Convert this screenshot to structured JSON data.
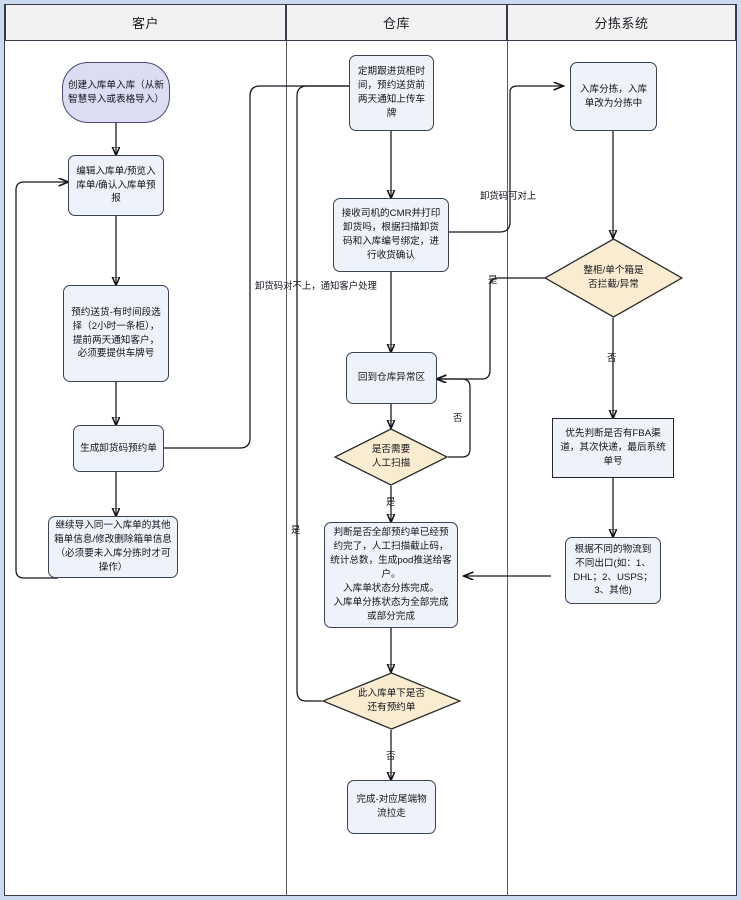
{
  "diagram": {
    "type": "swimlane-flowchart",
    "lanes": [
      {
        "id": "customer",
        "title": "客户"
      },
      {
        "id": "warehouse",
        "title": "仓库"
      },
      {
        "id": "sorting",
        "title": "分拣系统"
      }
    ],
    "nodes": {
      "create_order": "创建入库单入库（从新智慧导入或表格导入）",
      "edit_order": "编辑入库单/预览入库单/确认入库单预报",
      "book_delivery": "预约送货-有时间段选择（2小时一条柜），提前两天通知客户，必须要提供车牌号",
      "gen_unload_code": "生成卸货码预约单",
      "continue_import": "继续导入同一入库单的其他箱单信息/修改删除箱单信息（必须要未入库分拣时才可操作）",
      "track_container": "定期跟进货柜时间，预约送货前两天通知上传车牌",
      "receive_cmr": "接收司机的CMR并打印卸货吗，根据扫描卸货码和入库编号绑定，进行收货确认",
      "back_to_abnormal": "回到仓库异常区",
      "need_manual_scan": "是否需要\n人工扫描",
      "judge_all_booked": "判断是否全部预约单已经预约完了，人工扫描截止码，统计总数，生成pod推送给客户。\n入库单状态分拣完成。\n入库单分拣状态为全部完成 或部分完成",
      "any_booking_left": "此入库单下是否\n还有预约单",
      "finish_pickup": "完成-对应尾端物流拉走",
      "inbound_sorting": "入库分拣，入库单改为分拣中",
      "container_abnormal": "整柜/单个箱是\n否拦截/异常",
      "priority_judge": "优先判断是否有FBA渠道，其次快递，最后系统单号",
      "route_by_carrier": "根据不同的物流到不同出口(如：1、DHL；2、USPS；3、其他)"
    },
    "edge_labels": {
      "unload_code_match": "卸货码可对上",
      "unload_code_mismatch": "卸货码对不上，通知客户处理",
      "yes_1": "是",
      "no_1": "否",
      "no_2": "否",
      "yes_2": "是",
      "yes_3": "是",
      "no_3": "否"
    },
    "colors": {
      "process_fill": "#eef2fa",
      "process_stroke": "#3b4352",
      "start_fill": "#dcdcf2",
      "start_stroke": "#4a4a7a",
      "decision_fill": "#f9ecd0",
      "decision_stroke": "#2c2c2c",
      "lane_header_fill": "#f2f2f2",
      "lane_stroke": "#3a3a4d",
      "outer_frame": "#ccdaf0",
      "edge_stroke": "#14141c"
    }
  }
}
